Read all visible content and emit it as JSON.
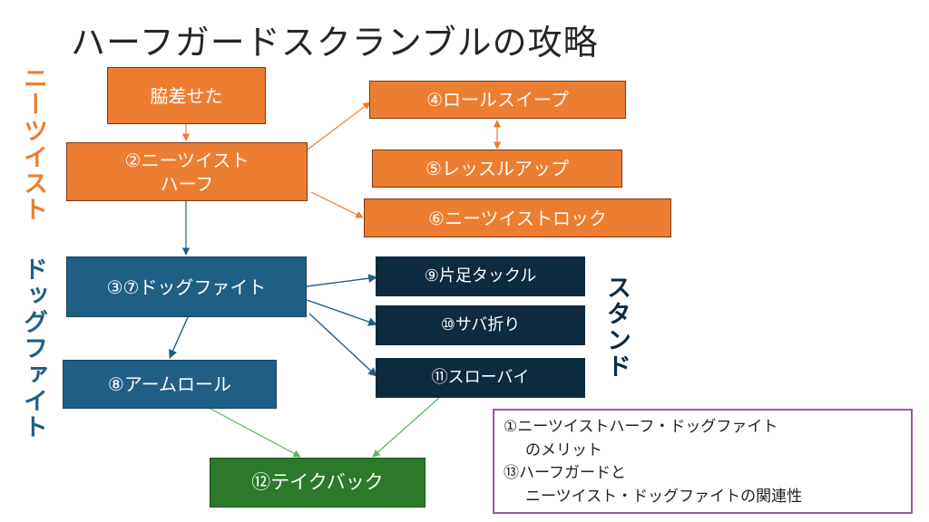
{
  "title": "ハーフガードスクランブルの攻略",
  "side_labels": {
    "knee_twist": "ニーツイスト",
    "dogfight": "ドッグファイト",
    "stand": "スタンド"
  },
  "nodes": {
    "wakisase": "脇差せた",
    "n2": "②ニーツイスト\nハーフ",
    "n4": "④ロールスイープ",
    "n5": "⑤レッスルアップ",
    "n6": "⑥ニーツイストロック",
    "n37": "③⑦ドッグファイト",
    "n9": "⑨片足タックル",
    "n10": "⑩サバ折り",
    "n11": "⑪スローバイ",
    "n8": "⑧アームロール",
    "n12": "⑫テイクバック"
  },
  "note": [
    "①ニーツイストハーフ・ドッグファイト",
    "のメリット",
    "⑬ハーフガードと",
    "ニーツイスト・ドッグファイトの関連性"
  ],
  "colors": {
    "orange": "#ed7d31",
    "blue": "#1f5f86",
    "navy": "#0e2a3f",
    "green": "#2a7a2a",
    "note_border": "#9b58a8"
  }
}
